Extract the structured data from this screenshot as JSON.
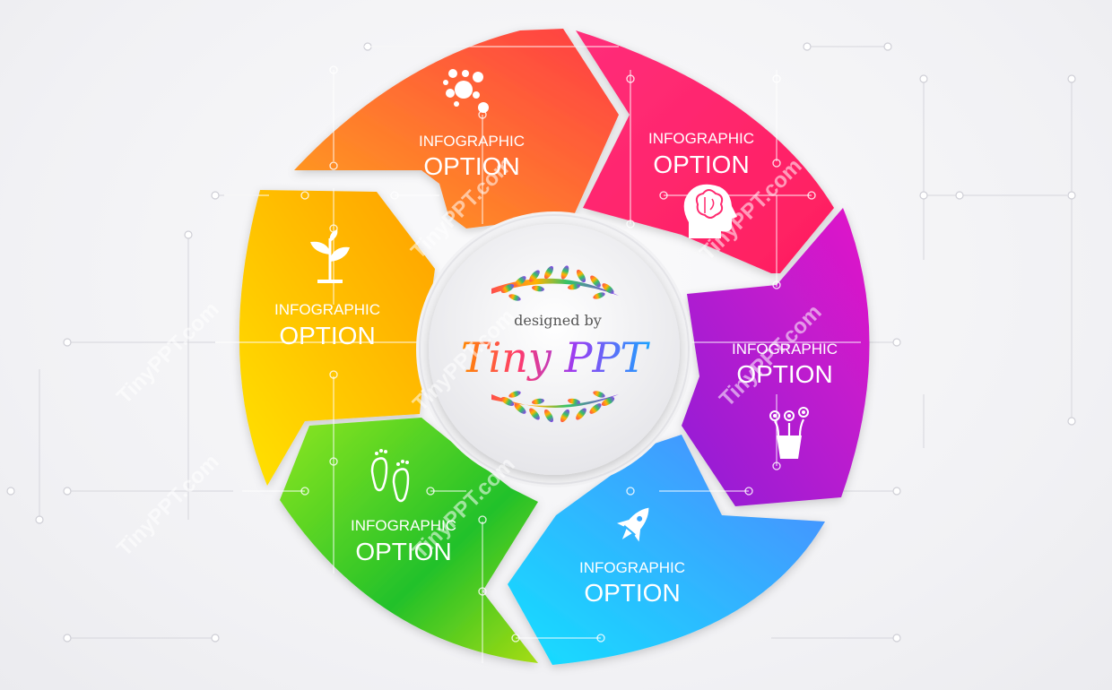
{
  "segments": [
    {
      "id": "orange",
      "title": "INFOGRAPHIC",
      "subtitle": "OPTION",
      "icon": "bubbles-icon",
      "color_from": "#ffa41c",
      "color_to": "#ff3b46"
    },
    {
      "id": "pink",
      "title": "INFOGRAPHIC",
      "subtitle": "OPTION",
      "icon": "head-brain-icon",
      "color_from": "#ff2e7a",
      "color_to": "#ff1d5e"
    },
    {
      "id": "purple",
      "title": "INFOGRAPHIC",
      "subtitle": "OPTION",
      "icon": "flower-pot-icon",
      "color_from": "#e218c8",
      "color_to": "#8f1ed6"
    },
    {
      "id": "blue",
      "title": "INFOGRAPHIC",
      "subtitle": "OPTION",
      "icon": "rocket-icon",
      "color_from": "#14e0ff",
      "color_to": "#4f86ff"
    },
    {
      "id": "green",
      "title": "INFOGRAPHIC",
      "subtitle": "OPTION",
      "icon": "footprints-icon",
      "color_from": "#8ee61f",
      "color_to": "#22c12a"
    },
    {
      "id": "yellow",
      "title": "INFOGRAPHIC",
      "subtitle": "OPTION",
      "icon": "sprout-icon",
      "color_from": "#ffe300",
      "color_to": "#ffa000"
    }
  ],
  "center_logo": {
    "tagline": "designed by",
    "name": "Tiny PPT"
  },
  "watermark": "TinyPPT.com"
}
